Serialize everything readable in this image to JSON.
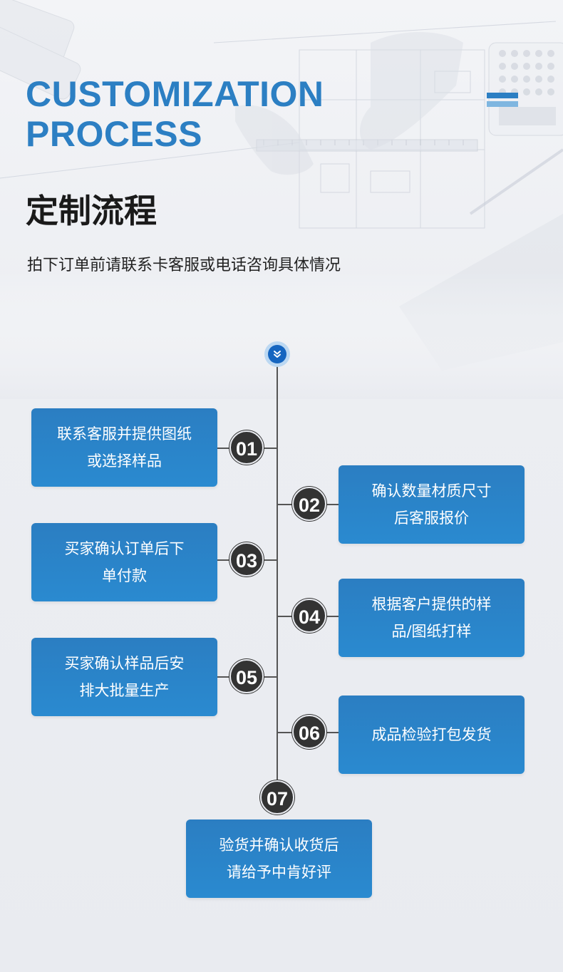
{
  "header": {
    "title_en_line1": "CUSTOMIZATION",
    "title_en_line2": "PROCESS",
    "title_cn": "定制流程",
    "subtitle": "拍下订单前请联系卡客服或电话咨询具体情况"
  },
  "accent_color": "#2c7fc3",
  "start_icon": "double-chevron-down-icon",
  "steps": [
    {
      "num": "01",
      "line1": "联系客服并提供图纸",
      "line2": "或选择样品"
    },
    {
      "num": "02",
      "line1": "确认数量材质尺寸",
      "line2": "后客服报价"
    },
    {
      "num": "03",
      "line1": "买家确认订单后下",
      "line2": "单付款"
    },
    {
      "num": "04",
      "line1": "根据客户提供的样",
      "line2": "品/图纸打样"
    },
    {
      "num": "05",
      "line1": "买家确认样品后安",
      "line2": "排大批量生产"
    },
    {
      "num": "06",
      "line1": "成品检验打包发货",
      "line2": ""
    },
    {
      "num": "07",
      "line1": "验货并确认收货后",
      "line2": "请给予中肯好评"
    }
  ]
}
